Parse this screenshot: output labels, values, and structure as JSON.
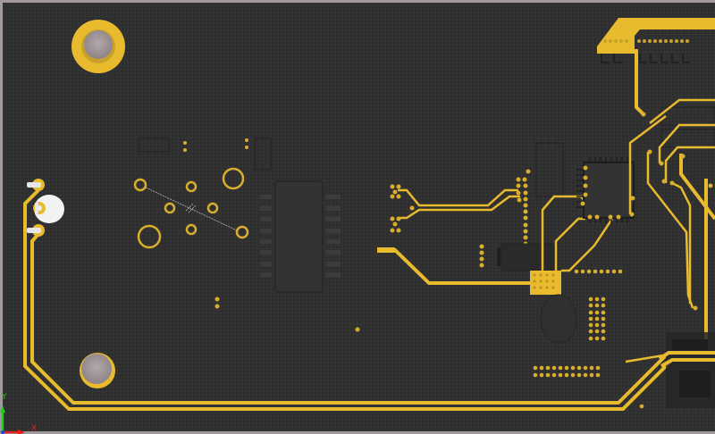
{
  "viewer": {
    "mode": "3D board view",
    "colors": {
      "board": "#2e2e2f",
      "copper": "#e8bb2e",
      "copper_dark": "#c9a02a",
      "hole": "#9b8f93",
      "component_body": "#333334",
      "frame": "#a39a9e"
    }
  },
  "axis_indicator": {
    "x_label": "X",
    "y_label": "Y",
    "x_color": "#e02020",
    "y_color": "#22cc22",
    "z_color": "#2040e0"
  },
  "components": [
    {
      "name": "mounting-hole-top-left",
      "type": "mounting-hole"
    },
    {
      "name": "mounting-hole-bottom-left",
      "type": "mounting-hole"
    },
    {
      "name": "led-connector-left",
      "type": "connector"
    },
    {
      "name": "soic-16-ic",
      "type": "ic",
      "pins": 16
    },
    {
      "name": "qfp-ic",
      "type": "ic"
    },
    {
      "name": "header-top-right",
      "type": "connector"
    },
    {
      "name": "bga-pad-array",
      "type": "pad-array"
    },
    {
      "name": "electrolytic-capacitor",
      "type": "capacitor"
    },
    {
      "name": "usb-connector-bottom-right",
      "type": "connector"
    }
  ]
}
